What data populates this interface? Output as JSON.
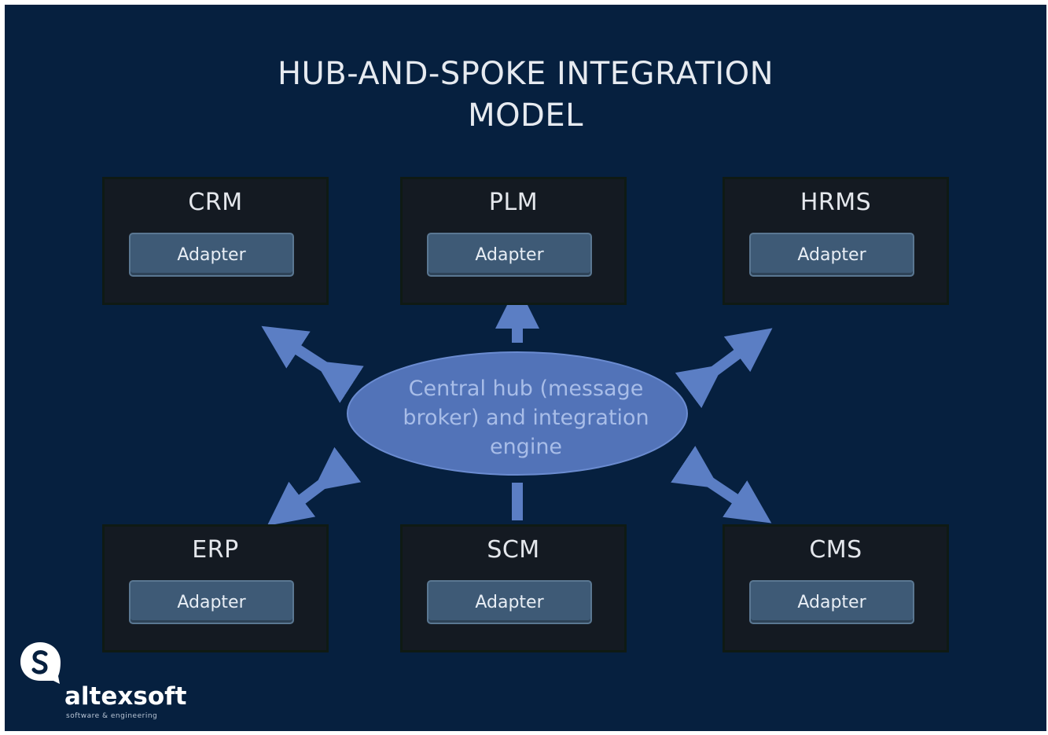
{
  "title": {
    "line1": "HUB-AND-SPOKE INTEGRATION",
    "line2": "MODEL"
  },
  "hub": {
    "lines": [
      "Central hub (message",
      "broker) and integration",
      "engine"
    ]
  },
  "systems": [
    {
      "name": "CRM",
      "adapter": "Adapter"
    },
    {
      "name": "PLM",
      "adapter": "Adapter"
    },
    {
      "name": "HRMS",
      "adapter": "Adapter"
    },
    {
      "name": "ERP",
      "adapter": "Adapter"
    },
    {
      "name": "SCM",
      "adapter": "Adapter"
    },
    {
      "name": "CMS",
      "adapter": "Adapter"
    }
  ],
  "logo": {
    "name": "altexsoft",
    "tagline": "software & engineering"
  },
  "colors": {
    "background": "#06203f",
    "box": "#141a22",
    "adapter": "#3e5a76",
    "hub": "#5273b8",
    "arrow": "#5b7ec4"
  }
}
